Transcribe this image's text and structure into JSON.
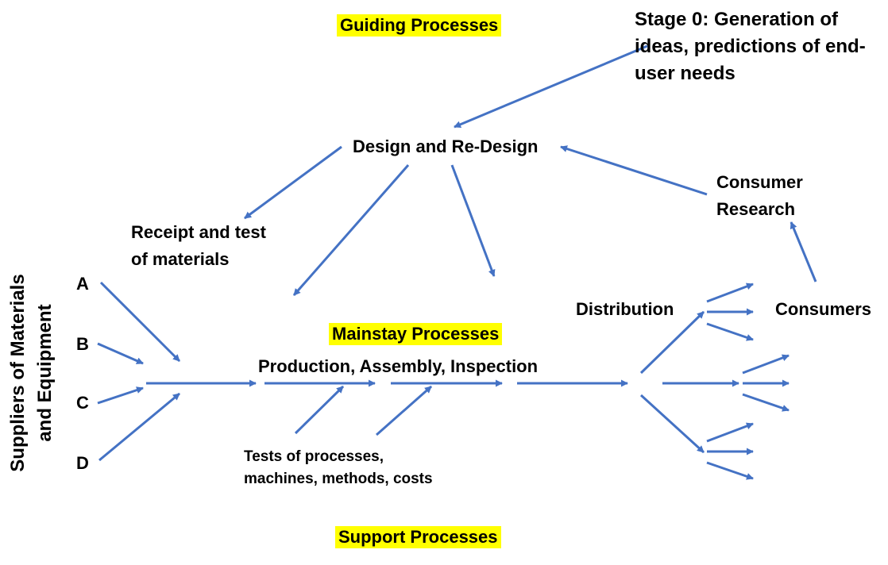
{
  "colors": {
    "arrow": "#4472c4",
    "highlight": "#ffff00",
    "text": "#000000"
  },
  "headers": {
    "guiding": "Guiding Processes",
    "mainstay": "Mainstay Processes",
    "support": "Support Processes"
  },
  "labels": {
    "stage0_line1": "Stage 0: Generation of",
    "stage0_line2": "ideas, predictions of end-",
    "stage0_line3": "user needs",
    "design": "Design and Re-Design",
    "consumer_research_line1": "Consumer",
    "consumer_research_line2": "Research",
    "receipt_line1": "Receipt and test",
    "receipt_line2": "of materials",
    "distribution": "Distribution",
    "consumers": "Consumers",
    "production": "Production, Assembly, Inspection",
    "tests_line1": "Tests of processes,",
    "tests_line2": "machines, methods, costs",
    "suppliers_line1": "Suppliers of Materials",
    "suppliers_line2": "and Equipment"
  },
  "suppliers": [
    "A",
    "B",
    "C",
    "D"
  ]
}
